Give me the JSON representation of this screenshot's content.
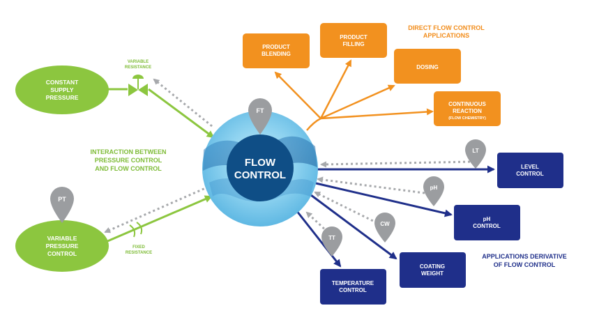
{
  "colors": {
    "orange": "#f2911f",
    "orange_text": "#f28c1a",
    "green": "#8cc63f",
    "green_text": "#7dbb35",
    "navy": "#1f2f8a",
    "gray": "#a7a9ac",
    "center_light": "#8fd3f0",
    "center_dark": "#0f4e86"
  },
  "center": {
    "line1": "FLOW",
    "line2": "CONTROL",
    "sensor": "FT"
  },
  "orange_group": {
    "heading_line1": "DIRECT FLOW CONTROL",
    "heading_line2": "APPLICATIONS",
    "boxes": [
      {
        "line1": "PRODUCT",
        "line2": "BLENDING"
      },
      {
        "line1": "PRODUCT",
        "line2": "FILLING"
      },
      {
        "line1": "DOSING",
        "line2": ""
      },
      {
        "line1": "CONTINUOUS",
        "line2": "REACTION",
        "line3": "(FLOW CHEMISTRY)"
      }
    ]
  },
  "green_group": {
    "interaction_line1": "INTERACTION BETWEEN",
    "interaction_line2": "PRESSURE CONTROL",
    "interaction_line3": "AND FLOW CONTROL",
    "constant": {
      "line1": "CONSTANT",
      "line2": "SUPPLY",
      "line3": "PRESSURE"
    },
    "variable": {
      "line1": "VARIABLE",
      "line2": "PRESSURE",
      "line3": "CONTROL",
      "sensor": "PT"
    },
    "valve_label_line1": "VARIABLE",
    "valve_label_line2": "RESISTANCE",
    "fixed_label_line1": "FIXED",
    "fixed_label_line2": "RESISTANCE"
  },
  "navy_group": {
    "heading_line1": "APPLICATIONS DERIVATIVE",
    "heading_line2": "OF FLOW CONTROL",
    "level": {
      "line1": "LEVEL",
      "line2": "CONTROL",
      "sensor": "LT"
    },
    "ph": {
      "line1": "pH",
      "line2": "CONTROL",
      "sensor": "pH"
    },
    "coating": {
      "line1": "COATING",
      "line2": "WEIGHT",
      "sensor": "CW"
    },
    "temperature": {
      "line1": "TEMPERATURE",
      "line2": "CONTROL",
      "sensor": "TT"
    }
  }
}
